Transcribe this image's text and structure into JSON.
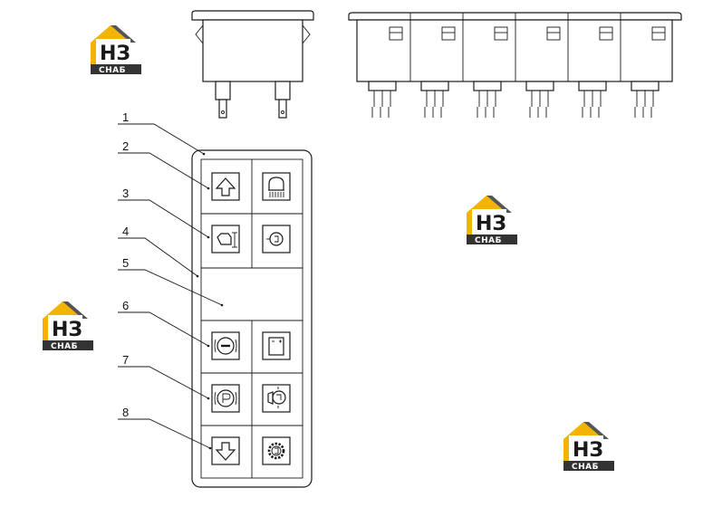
{
  "callouts": [
    "1",
    "2",
    "3",
    "4",
    "5",
    "6",
    "7",
    "8"
  ],
  "logo": {
    "top_text": "НЗ",
    "bottom_text": "СНАБ",
    "accent_color": "#f2b400"
  },
  "icons": {
    "left_column": [
      "arrow-up-icon",
      "engine-preheat-icon",
      "",
      "brake-disc-icon",
      "parking-brake-icon",
      "arrow-down-icon"
    ],
    "right_column": [
      "work-light-icon",
      "headlight-icon",
      "",
      "battery-icon",
      "fuel-filter-icon",
      "gear-oil-icon"
    ]
  }
}
